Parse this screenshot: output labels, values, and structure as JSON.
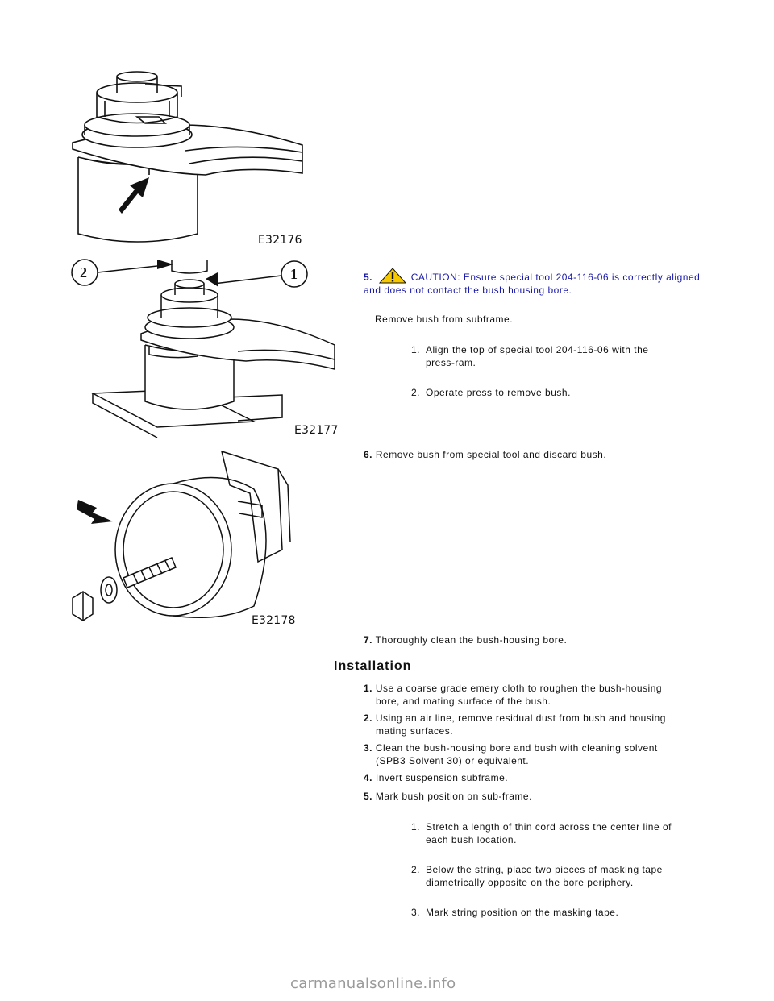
{
  "figures": [
    {
      "label": "E32176"
    },
    {
      "label": "E32177",
      "callouts": [
        "1",
        "2"
      ]
    },
    {
      "label": "E32178"
    }
  ],
  "removal": {
    "step5": {
      "number": "5.",
      "caution": "CAUTION: Ensure special tool 204-116-06 is correctly aligned and does not contact the bush housing bore.",
      "instruction": "Remove bush from subframe.",
      "substeps": [
        {
          "n": "1.",
          "text": "Align the top of special tool 204-116-06 with the",
          "cont": "press-ram."
        },
        {
          "n": "2.",
          "text": "Operate press to remove bush.",
          "cont": ""
        }
      ]
    },
    "step6": {
      "number": "6.",
      "text": "Remove bush from special tool and discard bush."
    },
    "step7": {
      "number": "7.",
      "text": "Thoroughly clean the bush-housing bore."
    }
  },
  "installation": {
    "heading": "Installation",
    "steps": [
      {
        "number": "1.",
        "text": "Use a coarse grade emery cloth to roughen the bush-housing",
        "cont": "bore, and mating surface of the bush."
      },
      {
        "number": "2.",
        "text": "Using an air line, remove residual dust from bush and housing",
        "cont": "mating surfaces."
      },
      {
        "number": "3.",
        "text": "Clean the bush-housing bore and bush with cleaning solvent",
        "cont": "(SPB3 Solvent 30) or equivalent."
      },
      {
        "number": "4.",
        "text": "Invert suspension subframe.",
        "cont": ""
      },
      {
        "number": "5.",
        "text": "Mark bush position on sub-frame.",
        "cont": ""
      }
    ],
    "substeps": [
      {
        "n": "1.",
        "text": "Stretch a length of thin cord across the center line of",
        "cont": "each bush location."
      },
      {
        "n": "2.",
        "text": "Below the string, place two pieces of masking tape",
        "cont": "diametrically opposite on the bore periphery."
      },
      {
        "n": "3.",
        "text": "Mark string position on the masking tape.",
        "cont": ""
      }
    ]
  },
  "watermark": "carmanualsonline.info"
}
